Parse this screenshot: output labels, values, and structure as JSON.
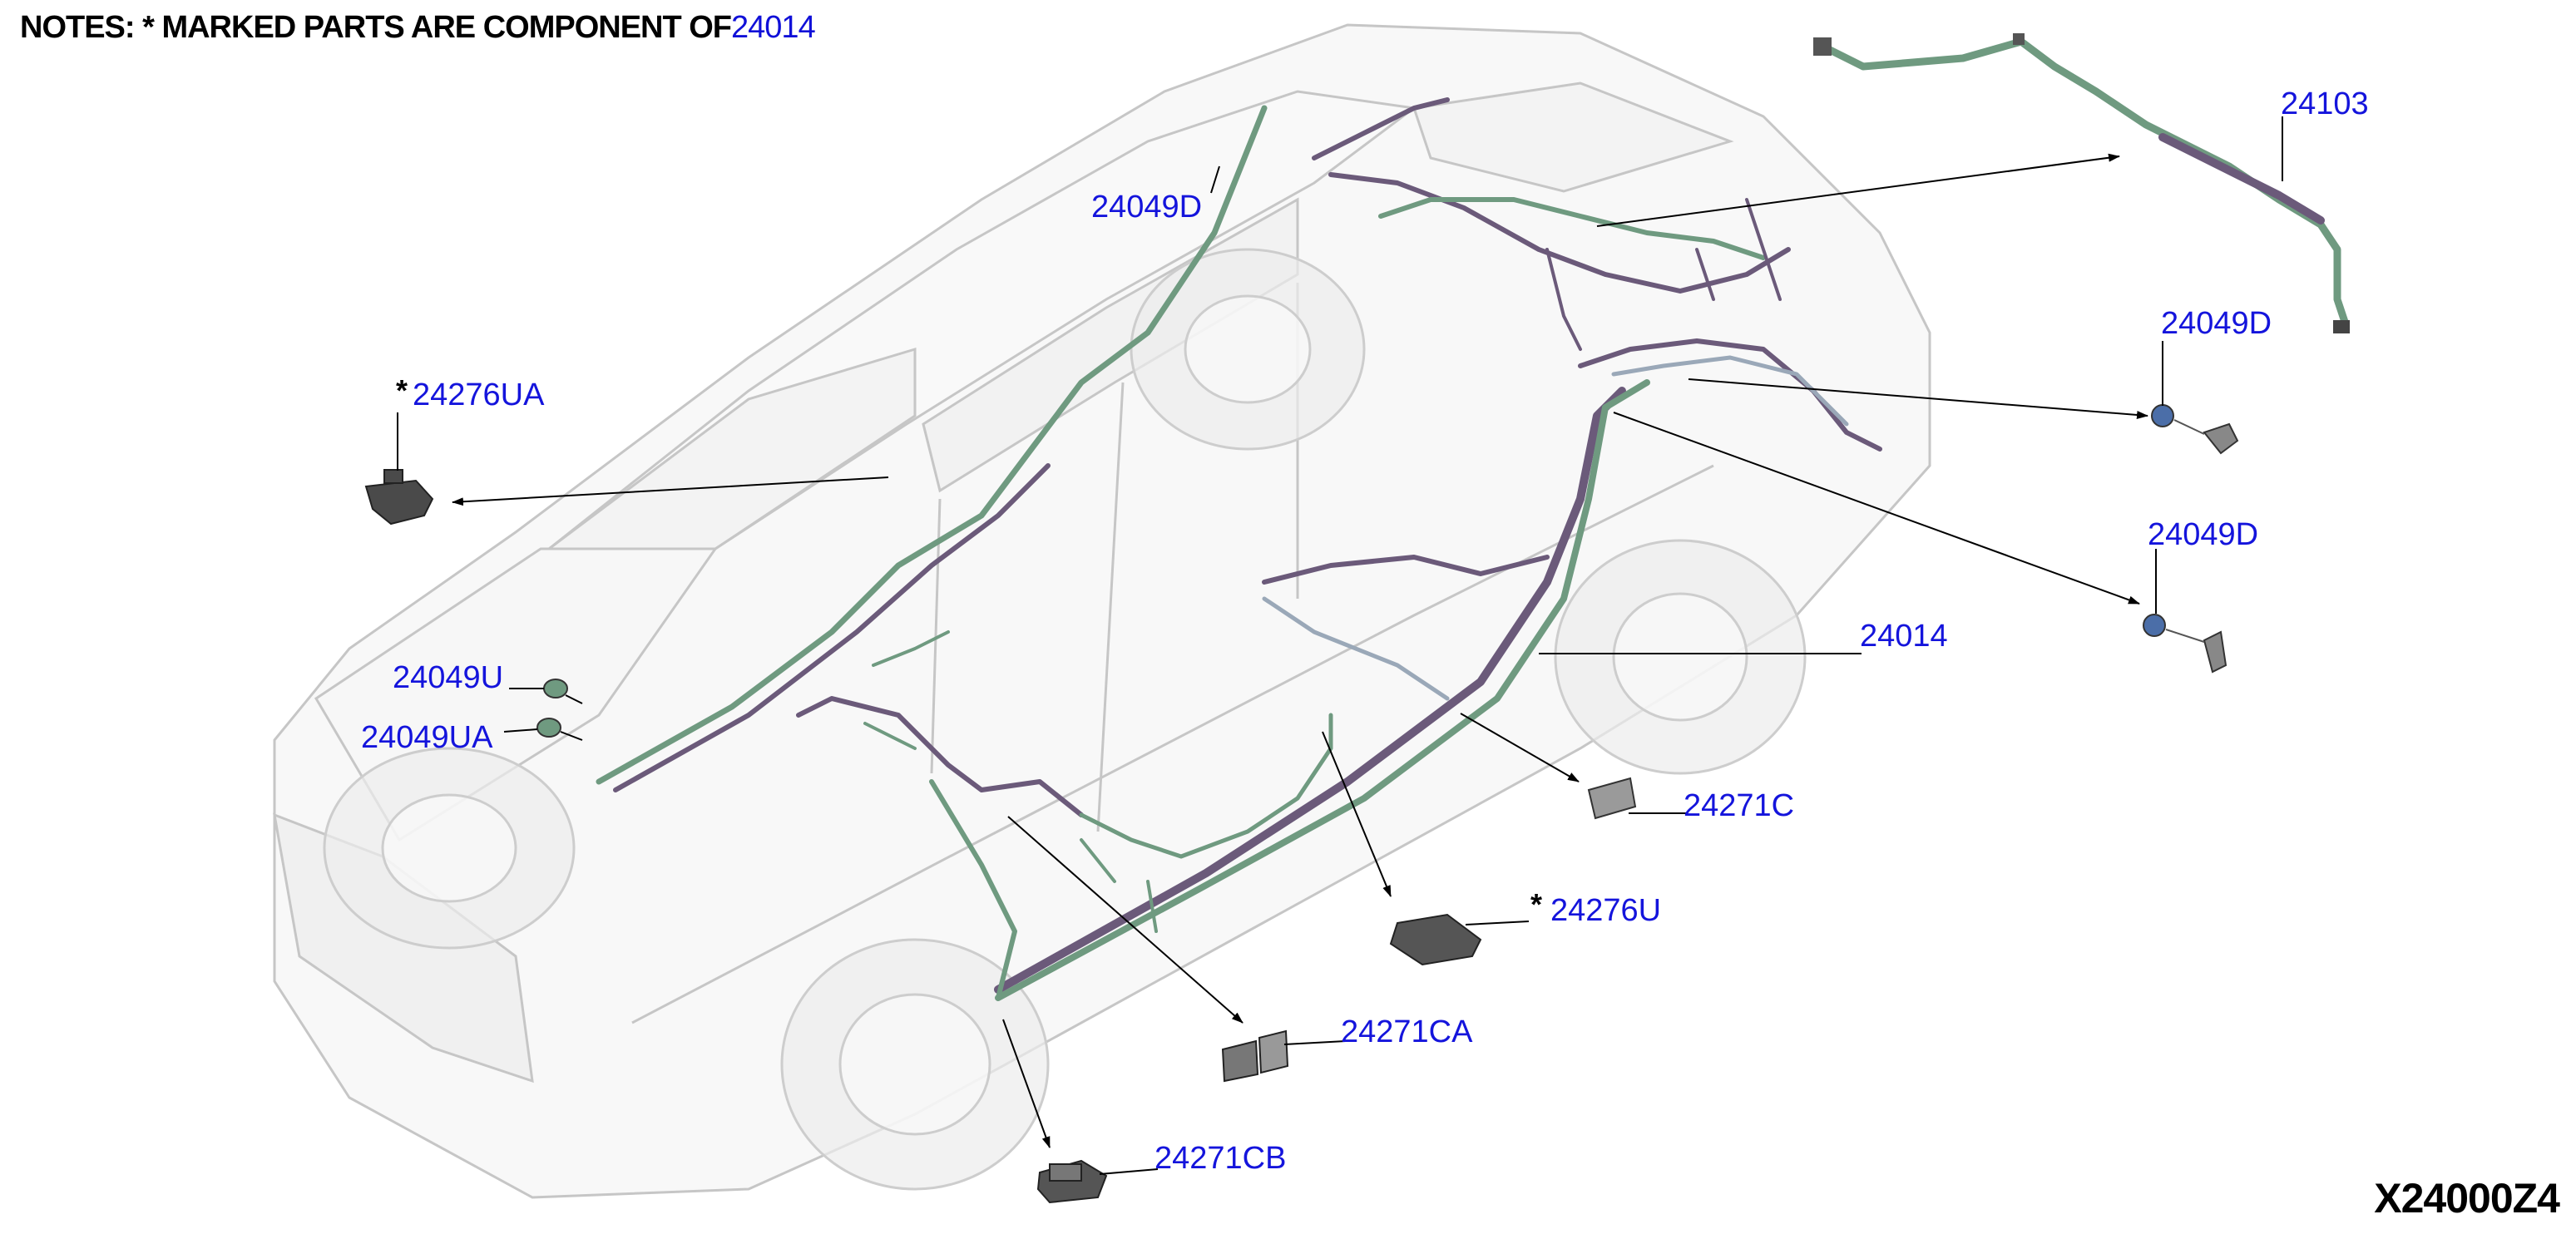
{
  "notes": {
    "prefix": "NOTES: * MARKED PARTS ARE COMPONENT OF",
    "ref": "24014"
  },
  "diagram_id": "X24000Z4",
  "colors": {
    "callout_text": "#1414dc",
    "leader_line": "#000000",
    "car_outline": "#c8c8c8",
    "harness_green": "#6f9a80",
    "harness_purple": "#6b5a7a"
  },
  "parts": [
    {
      "id": "24103",
      "marked": false
    },
    {
      "id": "24049D",
      "marked": false,
      "position_note": "upper-left pillar"
    },
    {
      "id": "24049D",
      "marked": false,
      "position_note": "right upper"
    },
    {
      "id": "24049D",
      "marked": false,
      "position_note": "right lower"
    },
    {
      "id": "24276UA",
      "marked": true
    },
    {
      "id": "24049U",
      "marked": false
    },
    {
      "id": "24049UA",
      "marked": false
    },
    {
      "id": "24014",
      "marked": false
    },
    {
      "id": "24271C",
      "marked": false
    },
    {
      "id": "24276U",
      "marked": true
    },
    {
      "id": "24271CA",
      "marked": false
    },
    {
      "id": "24271CB",
      "marked": false
    }
  ]
}
